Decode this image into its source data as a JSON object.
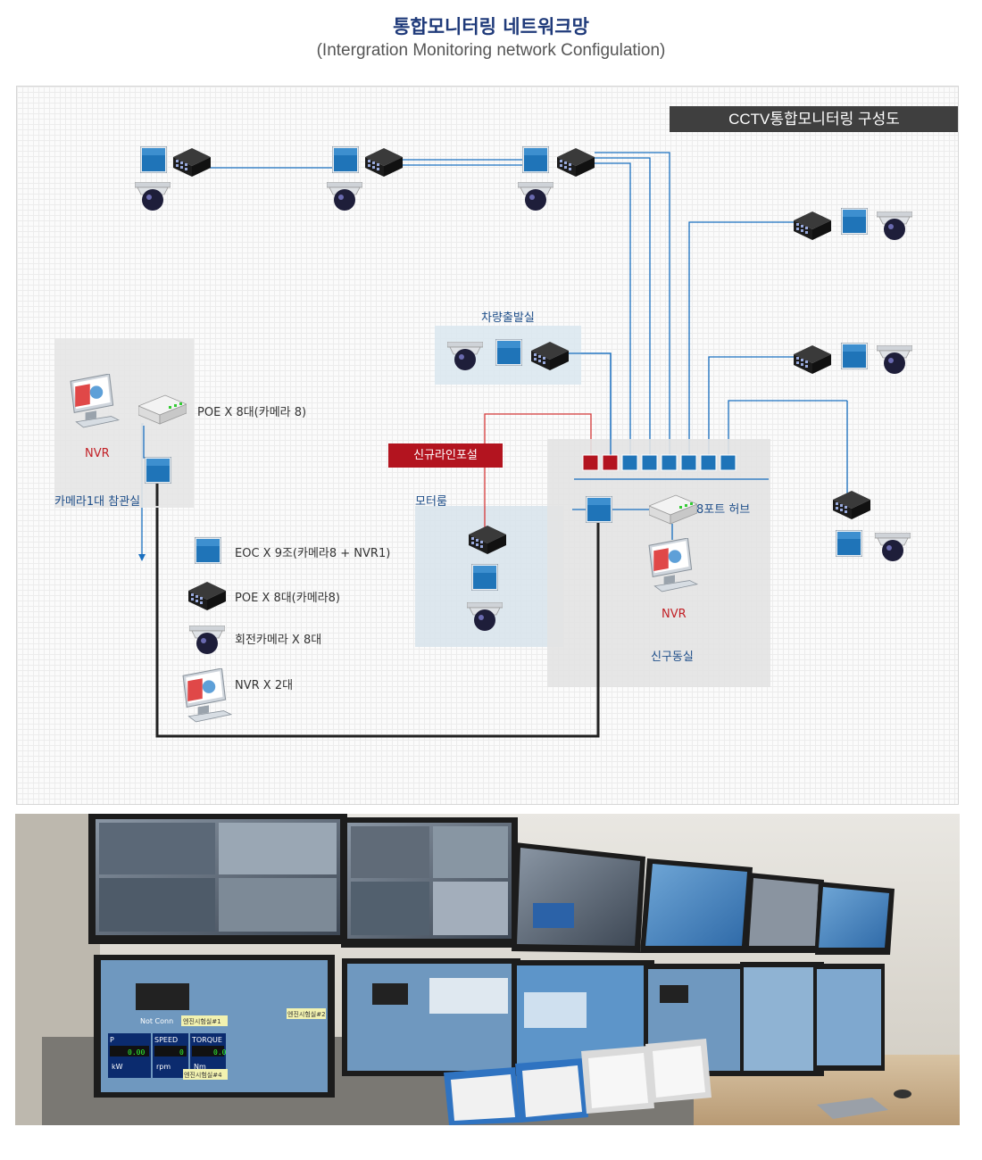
{
  "header": {
    "title": "통합모니터링 네트워크망",
    "subtitle": "(Intergration Monitoring network Configulation)"
  },
  "diagram": {
    "banner": "CCTV통합모니터링 구성도",
    "new_line_label": "신규라인포설",
    "rooms": {
      "camera_room": "카메라1대 참관실",
      "vehicle_room": "차량출발실",
      "motor_room": "모터룸",
      "new_room": "신구동실"
    },
    "devices": {
      "poe_left_label": "POE X 8대(카메라 8)",
      "nvr_left_label": "NVR",
      "hub_label": "8포트 허브",
      "nvr_right_label": "NVR"
    },
    "legend": [
      {
        "icon": "eoc-converter-icon",
        "label": "EOC X 9조(카메라8 + NVR1)"
      },
      {
        "icon": "poe-switch-icon",
        "label": "POE X 8대(카메라8)"
      },
      {
        "icon": "dome-camera-icon",
        "label": "회전카메라 X 8대"
      },
      {
        "icon": "nvr-monitor-icon",
        "label": "NVR X 2대"
      }
    ],
    "colors": {
      "line_blue": "#1a6fbf",
      "line_red": "#d63a3a",
      "line_black": "#222222",
      "eoc_blue": "#1f74b8",
      "banner_bg": "#3f3f3f",
      "new_line_bg": "#b3141f"
    }
  },
  "photo": {
    "screen_texts": {
      "not_conn": "Not Conn",
      "room1": "엔진시험실#1",
      "room2": "엔진시험실#2",
      "room4": "엔진시험실#4",
      "speed": "SPEED",
      "torque": "TORQUE",
      "p": "P",
      "kw": "kW",
      "rpm": "rpm",
      "nm": "Nm",
      "v0": "0.00",
      "v1": "0",
      "v2": "0.0"
    }
  }
}
